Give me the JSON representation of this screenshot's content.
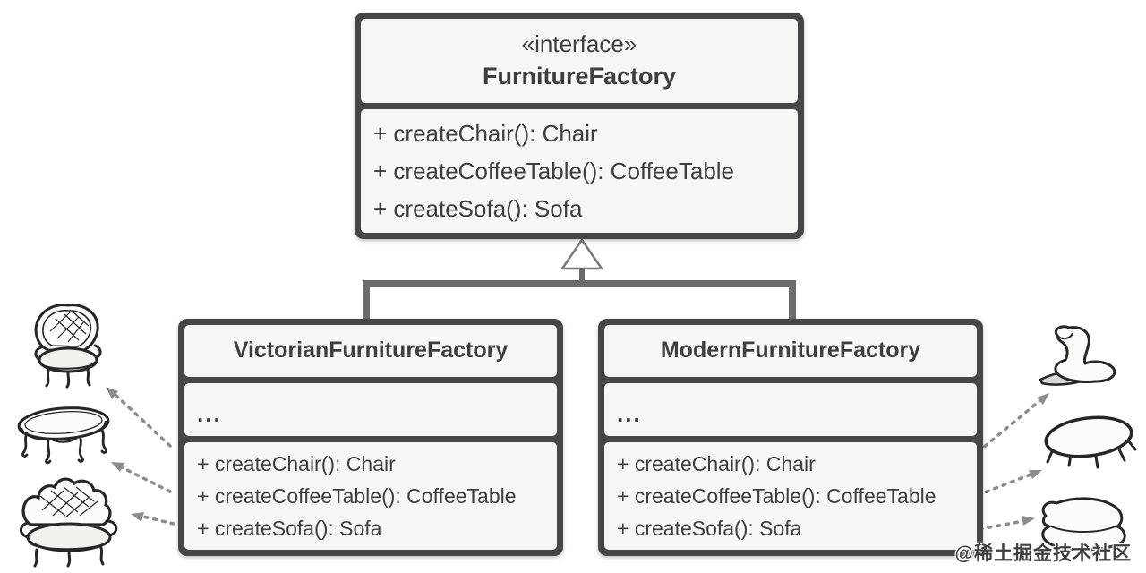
{
  "diagram": {
    "type": "uml-class-diagram",
    "pattern": "Abstract Factory"
  },
  "interface_box": {
    "stereotype": "«interface»",
    "name": "FurnitureFactory",
    "methods": [
      "+ createChair(): Chair",
      "+ createCoffeeTable(): CoffeeTable",
      "+ createSofa(): Sofa"
    ]
  },
  "victorian_box": {
    "name": "VictorianFurnitureFactory",
    "fields_placeholder": "...",
    "methods": [
      "+ createChair(): Chair",
      "+ createCoffeeTable(): CoffeeTable",
      "+ createSofa(): Sofa"
    ]
  },
  "modern_box": {
    "name": "ModernFurnitureFactory",
    "fields_placeholder": "...",
    "methods": [
      "+ createChair(): Chair",
      "+ createCoffeeTable(): CoffeeTable",
      "+ createSofa(): Sofa"
    ]
  },
  "relationships": {
    "inheritance": "hollow-triangle from VictorianFurnitureFactory and ModernFurnitureFactory up to FurnitureFactory",
    "left_dependency_arrows": [
      "to victorian-chair",
      "to victorian-coffee-table",
      "to victorian-sofa"
    ],
    "right_dependency_arrows": [
      "to modern-chair",
      "to modern-coffee-table",
      "to modern-sofa"
    ]
  },
  "illustrations": {
    "left": [
      "victorian-chair",
      "victorian-coffee-table",
      "victorian-sofa"
    ],
    "right": [
      "modern-chair",
      "modern-coffee-table",
      "modern-sofa"
    ]
  },
  "watermark": "@稀土掘金技术社区",
  "colors": {
    "background": "#ffffff",
    "box_border": "#464646",
    "box_fill": "#f6f6f5",
    "text": "#3e3e3e",
    "connector_line": "#6b6b6b",
    "dashed_arrow": "#8c8c8c",
    "illustration_stroke": "#262626",
    "watermark_text": "#3f3f3f"
  }
}
